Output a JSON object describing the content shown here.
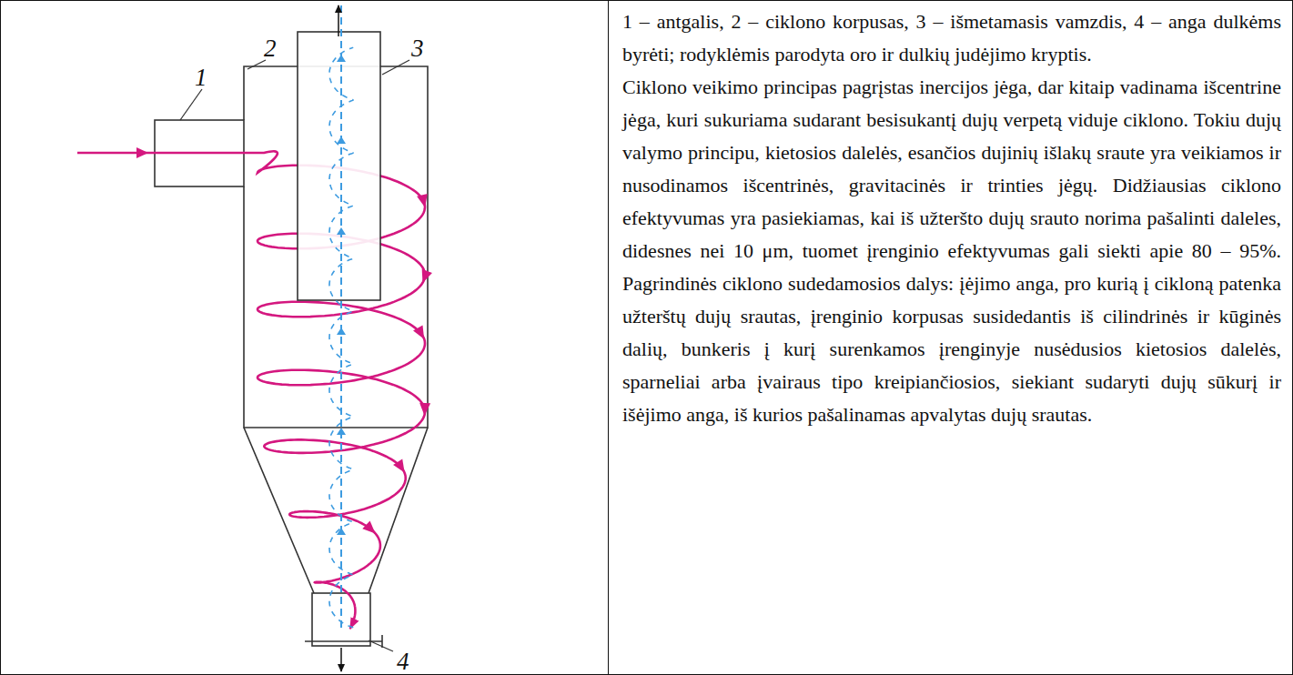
{
  "diagram": {
    "labels": [
      "1",
      "2",
      "3",
      "4",
      "1 – antgalis, 2 – ciklono korpusas, 3 – išmetamasis vamzdis, 4 – anga dulkėms byrėti; rodyklėmis parodyta oro ir dulkių judėjimo kryptis.",
      "Ciklono veikimo principas pagrįstas inercijos jėga, dar kitaip vadinama išcentrine jėga, kuri sukuriama sudarant besisukantį dujų verpetą viduje ciklono. Tokiu dujų valymo principu, kietosios dalelės, esančios dujinių išlakų sraute yra veikiamos ir nusodinamos išcentrinės, gravitacinės ir trinties jėgų. Didžiausias ciklono efektyvumas yra pasiekiamas, kai iš užteršto dujų srauto norima pašalinti daleles, didesnes nei 10 μm, tuomet įrenginio efektyvumas gali siekti apie 80 – 95%. Pagrindinės ciklono sudedamosios dalys: įėjimo anga, pro kurią į cikloną patenka užterštų dujų srautas, įrenginio korpusas susidedantis iš cilindrinės ir kūginės dalių, bunkeris į kurį surenkamos įrenginyje nusėdusios kietosios dalelės, sparneliai arba įvairaus tipo kreipiančiosios, siekiant sudaryti dujų sūkurį ir išėjimo anga, iš kurios pašalinamas apvalytas dujų srautas."
    ]
  }
}
